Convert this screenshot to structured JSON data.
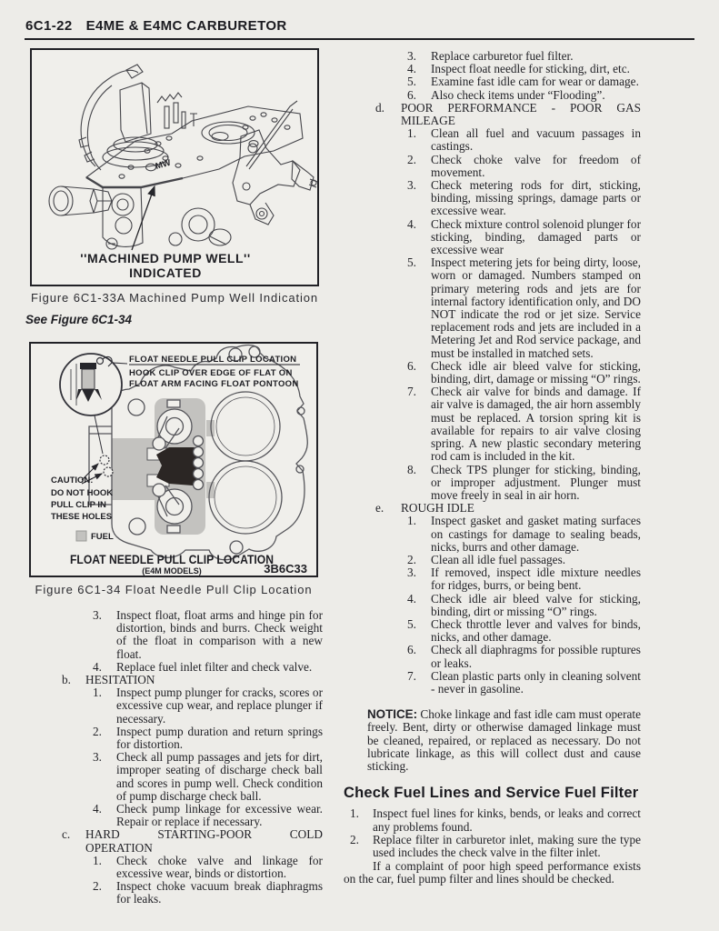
{
  "header": {
    "code": "6C1-22",
    "title": "E4ME & E4MC CARBURETOR"
  },
  "see_figure": "See Figure 6C1-34",
  "figure1": {
    "mw_mark": "MW",
    "label_line1": "''MACHINED PUMP WELL''",
    "label_line2": "INDICATED",
    "caption": "Figure 6C1-33A Machined Pump Well Indication"
  },
  "figure2": {
    "inset_label1": "FLOAT NEEDLE PULL CLIP LOCATION",
    "inset_label2": "HOOK CLIP  OVER EDGE OF FLAT ON",
    "inset_label3": "FLOAT ARM FACING FLOAT PONTOON",
    "caution1": "CAUTION:",
    "caution2": "DO NOT HOOK",
    "caution3": "PULL CLIP IN",
    "caution4": "THESE HOLES",
    "fuel_legend": "FUEL",
    "title": "FLOAT NEEDLE PULL CLIP LOCATION",
    "subtitle": "(E4M MODELS)",
    "code": "3B6C33",
    "caption": "Figure 6C1-34 Float Needle Pull Clip Location"
  },
  "left": {
    "items_a": [
      {
        "num": "3.",
        "text": "Inspect float, float arms and hinge pin for distortion, binds and burrs. Check weight of the float in comparison with a new float."
      },
      {
        "num": "4.",
        "text": "Replace fuel inlet filter and check valve."
      }
    ],
    "sec_b": {
      "letter": "b.",
      "title": "HESITATION"
    },
    "items_b": [
      {
        "num": "1.",
        "text": "Inspect pump plunger for cracks, scores or excessive cup wear, and replace plunger if necessary."
      },
      {
        "num": "2.",
        "text": "Inspect pump duration and return springs for distortion."
      },
      {
        "num": "3.",
        "text": "Check all pump passages and jets for dirt, improper seating of discharge check ball and scores in pump well. Check condition of pump discharge check ball."
      },
      {
        "num": "4.",
        "text": "Check pump linkage for excessive wear. Repair or replace if necessary."
      }
    ],
    "sec_c": {
      "letter": "c.",
      "title": "HARD STARTING-POOR COLD OPERATION"
    },
    "items_c": [
      {
        "num": "1.",
        "text": "Check choke valve and linkage for excessive wear, binds or distortion."
      },
      {
        "num": "2.",
        "text": "Inspect choke vacuum break diaphragms for leaks."
      }
    ]
  },
  "right": {
    "items_top": [
      {
        "num": "3.",
        "text": "Replace carburetor fuel filter."
      },
      {
        "num": "4.",
        "text": "Inspect float needle for sticking, dirt, etc."
      },
      {
        "num": "5.",
        "text": "Examine fast idle cam for wear or damage."
      },
      {
        "num": "6.",
        "text": "Also check items under “Flooding”."
      }
    ],
    "sec_d": {
      "letter": "d.",
      "title": "POOR PERFORMANCE - POOR GAS MILEAGE"
    },
    "items_d": [
      {
        "num": "1.",
        "text": "Clean all fuel and vacuum passages in castings."
      },
      {
        "num": "2.",
        "text": "Check choke valve for freedom of movement."
      },
      {
        "num": "3.",
        "text": "Check metering rods for dirt, sticking, binding, missing springs, damage parts or excessive wear."
      },
      {
        "num": "4.",
        "text": "Check mixture control solenoid plunger for sticking, binding, damaged parts or excessive wear"
      },
      {
        "num": "5.",
        "text": "Inspect metering jets for being dirty, loose, worn or damaged. Numbers stamped on primary metering rods and jets are for internal factory identification only, and DO NOT indicate the rod or jet size. Service replacement rods and jets are included in a Metering Jet and Rod service package, and must be installed in matched sets."
      },
      {
        "num": "6.",
        "text": "Check idle air bleed valve for sticking, binding, dirt, damage or missing “O” rings."
      },
      {
        "num": "7.",
        "text": "Check air valve for binds and damage. If air valve is damaged, the air horn assembly must be replaced. A torsion spring kit is available for repairs to air valve closing spring. A new plastic secondary metering rod cam is included in the kit."
      },
      {
        "num": "8.",
        "text": "Check TPS plunger for sticking, binding, or improper adjustment. Plunger must move freely in seal in air horn."
      }
    ],
    "sec_e": {
      "letter": "e.",
      "title": "ROUGH IDLE"
    },
    "items_e": [
      {
        "num": "1.",
        "text": "Inspect gasket and gasket mating surfaces on castings for damage to sealing beads, nicks, burrs and other damage."
      },
      {
        "num": "2.",
        "text": "Clean all idle fuel passages."
      },
      {
        "num": "3.",
        "text": "If removed, inspect idle mixture needles for ridges, burrs, or being bent."
      },
      {
        "num": "4.",
        "text": "Check idle air bleed valve for sticking, binding, dirt or missing “O” rings."
      },
      {
        "num": "5.",
        "text": "Check throttle lever and valves for binds, nicks, and other damage."
      },
      {
        "num": "6.",
        "text": "Check all diaphragms for possible ruptures or leaks."
      },
      {
        "num": "7.",
        "text": "Clean plastic parts only in cleaning solvent - never in gasoline."
      }
    ],
    "notice_label": "NOTICE:",
    "notice_text": "Choke linkage and fast idle cam must operate freely. Bent, dirty or otherwise damaged linkage must be cleaned, repaired, or replaced as necessary. Do not lubricate linkage, as this will collect dust and cause sticking.",
    "fuel_heading": "Check Fuel Lines and Service Fuel Filter",
    "items_fuel": [
      {
        "num": "1.",
        "text": "Inspect fuel lines for kinks, bends, or leaks and correct any problems found."
      },
      {
        "num": "2.",
        "text": "Replace filter in carburetor inlet, making sure the type used includes the check valve in the filter inlet."
      }
    ],
    "closing": "If a complaint of poor high speed performance exists on the car, fuel pump filter and lines should be checked."
  }
}
